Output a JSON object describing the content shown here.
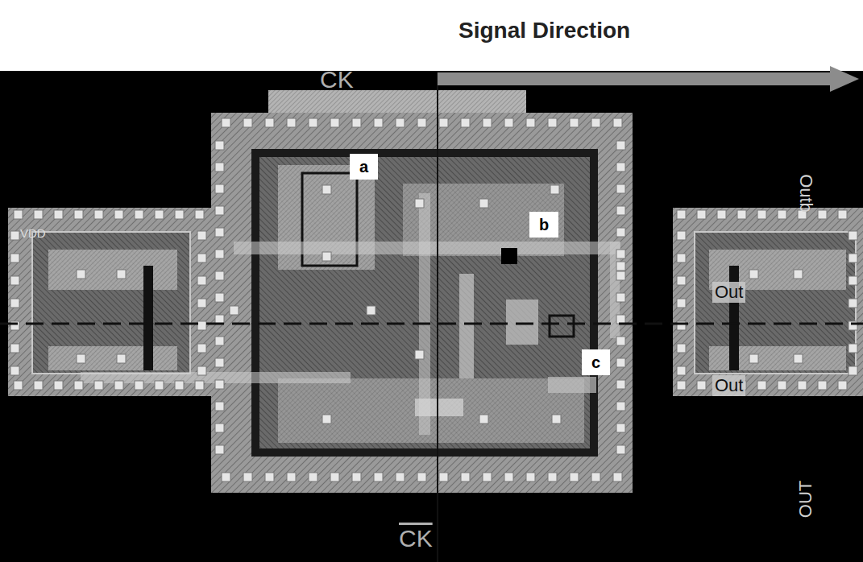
{
  "diagram": {
    "labels": [
      "Signal Direction",
      "CK",
      "a",
      "b",
      "c",
      "VDD",
      "Out",
      "Out",
      "Outb",
      "OUT",
      "CK"
    ]
  }
}
